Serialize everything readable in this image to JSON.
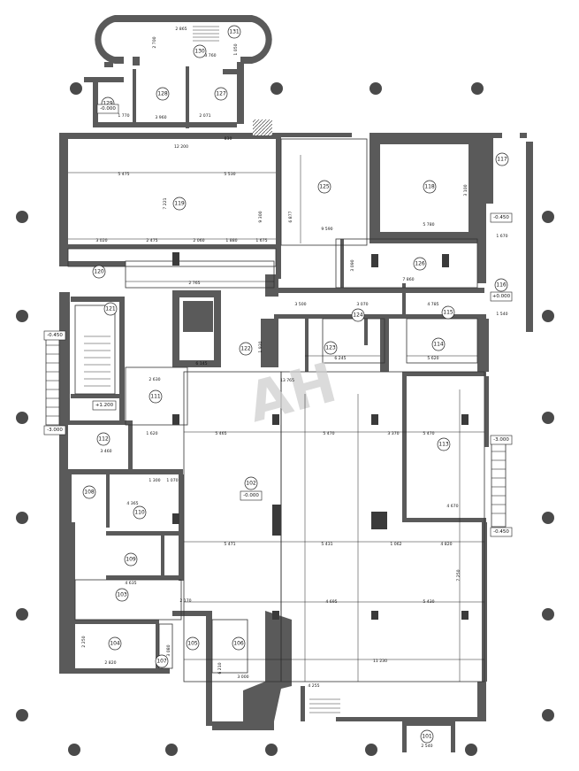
{
  "plan": {
    "watermark": "AH",
    "rooms": [
      "131",
      "130",
      "128",
      "127",
      "129",
      "125",
      "118",
      "117",
      "119",
      "126",
      "116",
      "120",
      "121",
      "122",
      "124",
      "115",
      "123",
      "114",
      "111",
      "113",
      "112",
      "102",
      "108",
      "110",
      "109",
      "103",
      "104",
      "105",
      "106",
      "107",
      "101"
    ],
    "levels": [
      "-0.000",
      "-0.450",
      "+0.000",
      "-0.450",
      "+1.200",
      "-3.000",
      "-3.000",
      "-0.000",
      "-0.450"
    ],
    "dimensions": [
      "2 865",
      "2 700",
      "3 760",
      "1 050",
      "1 770",
      "3 960",
      "2 071",
      "830",
      "12 200",
      "5 475",
      "5 530",
      "7 221",
      "9 300",
      "6 877",
      "9 590",
      "5 780",
      "3 100",
      "1 670",
      "3 020",
      "2 475",
      "2 060",
      "1 880",
      "1 675",
      "2 765",
      "7 860",
      "3 090",
      "3 070",
      "3 500",
      "4 785",
      "1 540",
      "1 930",
      "6 145",
      "6 245",
      "5 620",
      "13 765",
      "2 630",
      "5 465",
      "5 470",
      "5 470",
      "3 370",
      "4 670",
      "1 620",
      "3 460",
      "1 300",
      "1 070",
      "4 365",
      "4 635",
      "5 471",
      "5 431",
      "1 062",
      "4 820",
      "4 695",
      "5 430",
      "7 250",
      "2 170",
      "3 080",
      "2 820",
      "2 250",
      "6 210",
      "3 000",
      "11 230",
      "4 255",
      "2 540"
    ]
  }
}
